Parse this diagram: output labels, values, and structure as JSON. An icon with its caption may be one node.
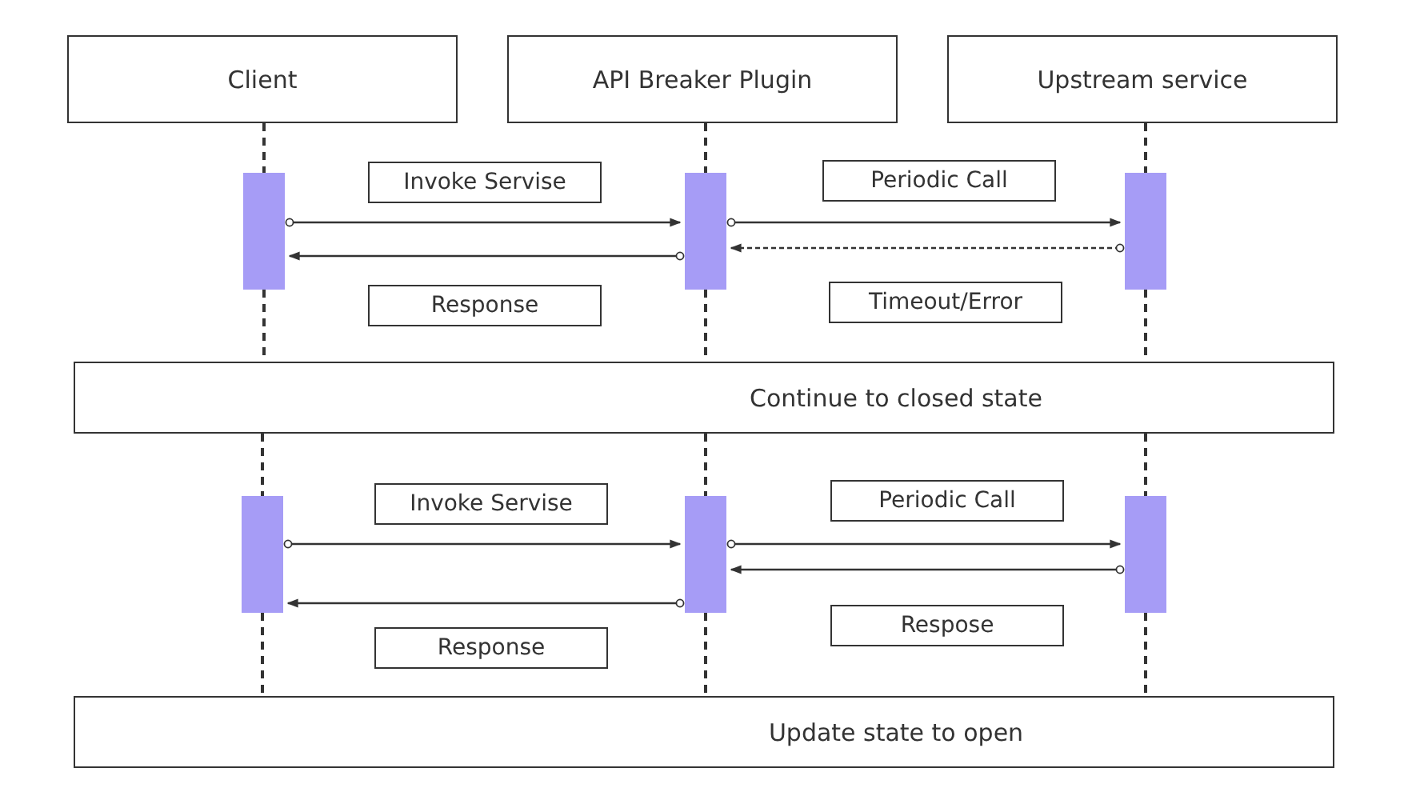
{
  "diagram": {
    "nodes": [
      {
        "text": [
          "Client"
        ]
      },
      {
        "text": [
          "API Breaker Plugin"
        ]
      },
      {
        "text": [
          "Upstream service"
        ]
      },
      {
        "text": [],
        "shape": "bar"
      },
      {
        "text": [],
        "shape": "bar"
      },
      {
        "text": [],
        "shape": "bar"
      },
      {
        "text": [
          "Invoke Servise"
        ]
      },
      {
        "text": [
          "Response"
        ]
      },
      {
        "text": [
          "Periodic Call"
        ]
      },
      {
        "text": [
          "Timeout/Error"
        ]
      },
      {
        "text": [
          "Continue to closed state"
        ]
      },
      {
        "text": [],
        "shape": "bar"
      },
      {
        "text": [],
        "shape": "bar"
      },
      {
        "text": [],
        "shape": "bar"
      },
      {
        "text": [
          "Invoke Servise"
        ]
      },
      {
        "text": [
          "Response"
        ]
      },
      {
        "text": [
          "Periodic Call"
        ]
      },
      {
        "text": [
          "Respose"
        ]
      },
      {
        "text": [
          "Update state to open"
        ]
      }
    ],
    "edges": [
      {
        "from": 3,
        "to": 4,
        "arrow": "to"
      },
      {
        "from": 4,
        "to": 3,
        "arrow": "to"
      },
      {
        "from": 4,
        "to": 5,
        "arrow": "to"
      },
      {
        "from": 5,
        "to": 4,
        "arrow": "to",
        "style": "dashed"
      },
      {
        "from": 11,
        "to": 12,
        "arrow": "to"
      },
      {
        "from": 12,
        "to": 11,
        "arrow": "to"
      },
      {
        "from": 12,
        "to": 13,
        "arrow": "to"
      },
      {
        "from": 13,
        "to": 12,
        "arrow": "to"
      },
      {
        "from": 0,
        "to": 3,
        "arrow": "none",
        "style": "dashed"
      },
      {
        "from": 1,
        "to": 4,
        "arrow": "none",
        "style": "dashed"
      },
      {
        "from": 2,
        "to": 5,
        "arrow": "none",
        "style": "dashed"
      },
      {
        "from": 3,
        "to": 10,
        "arrow": "none",
        "style": "dashed"
      },
      {
        "from": 4,
        "to": 10,
        "arrow": "none",
        "style": "dashed"
      },
      {
        "from": 5,
        "to": 10,
        "arrow": "none",
        "style": "dashed"
      },
      {
        "from": 10,
        "to": 11,
        "arrow": "none",
        "style": "dashed"
      },
      {
        "from": 10,
        "to": 12,
        "arrow": "none",
        "style": "dashed"
      },
      {
        "from": 10,
        "to": 13,
        "arrow": "none",
        "style": "dashed"
      },
      {
        "from": 11,
        "to": 18,
        "arrow": "none",
        "style": "dashed"
      },
      {
        "from": 12,
        "to": 18,
        "arrow": "none",
        "style": "dashed"
      },
      {
        "from": 13,
        "to": 18,
        "arrow": "none",
        "style": "dashed"
      }
    ]
  }
}
